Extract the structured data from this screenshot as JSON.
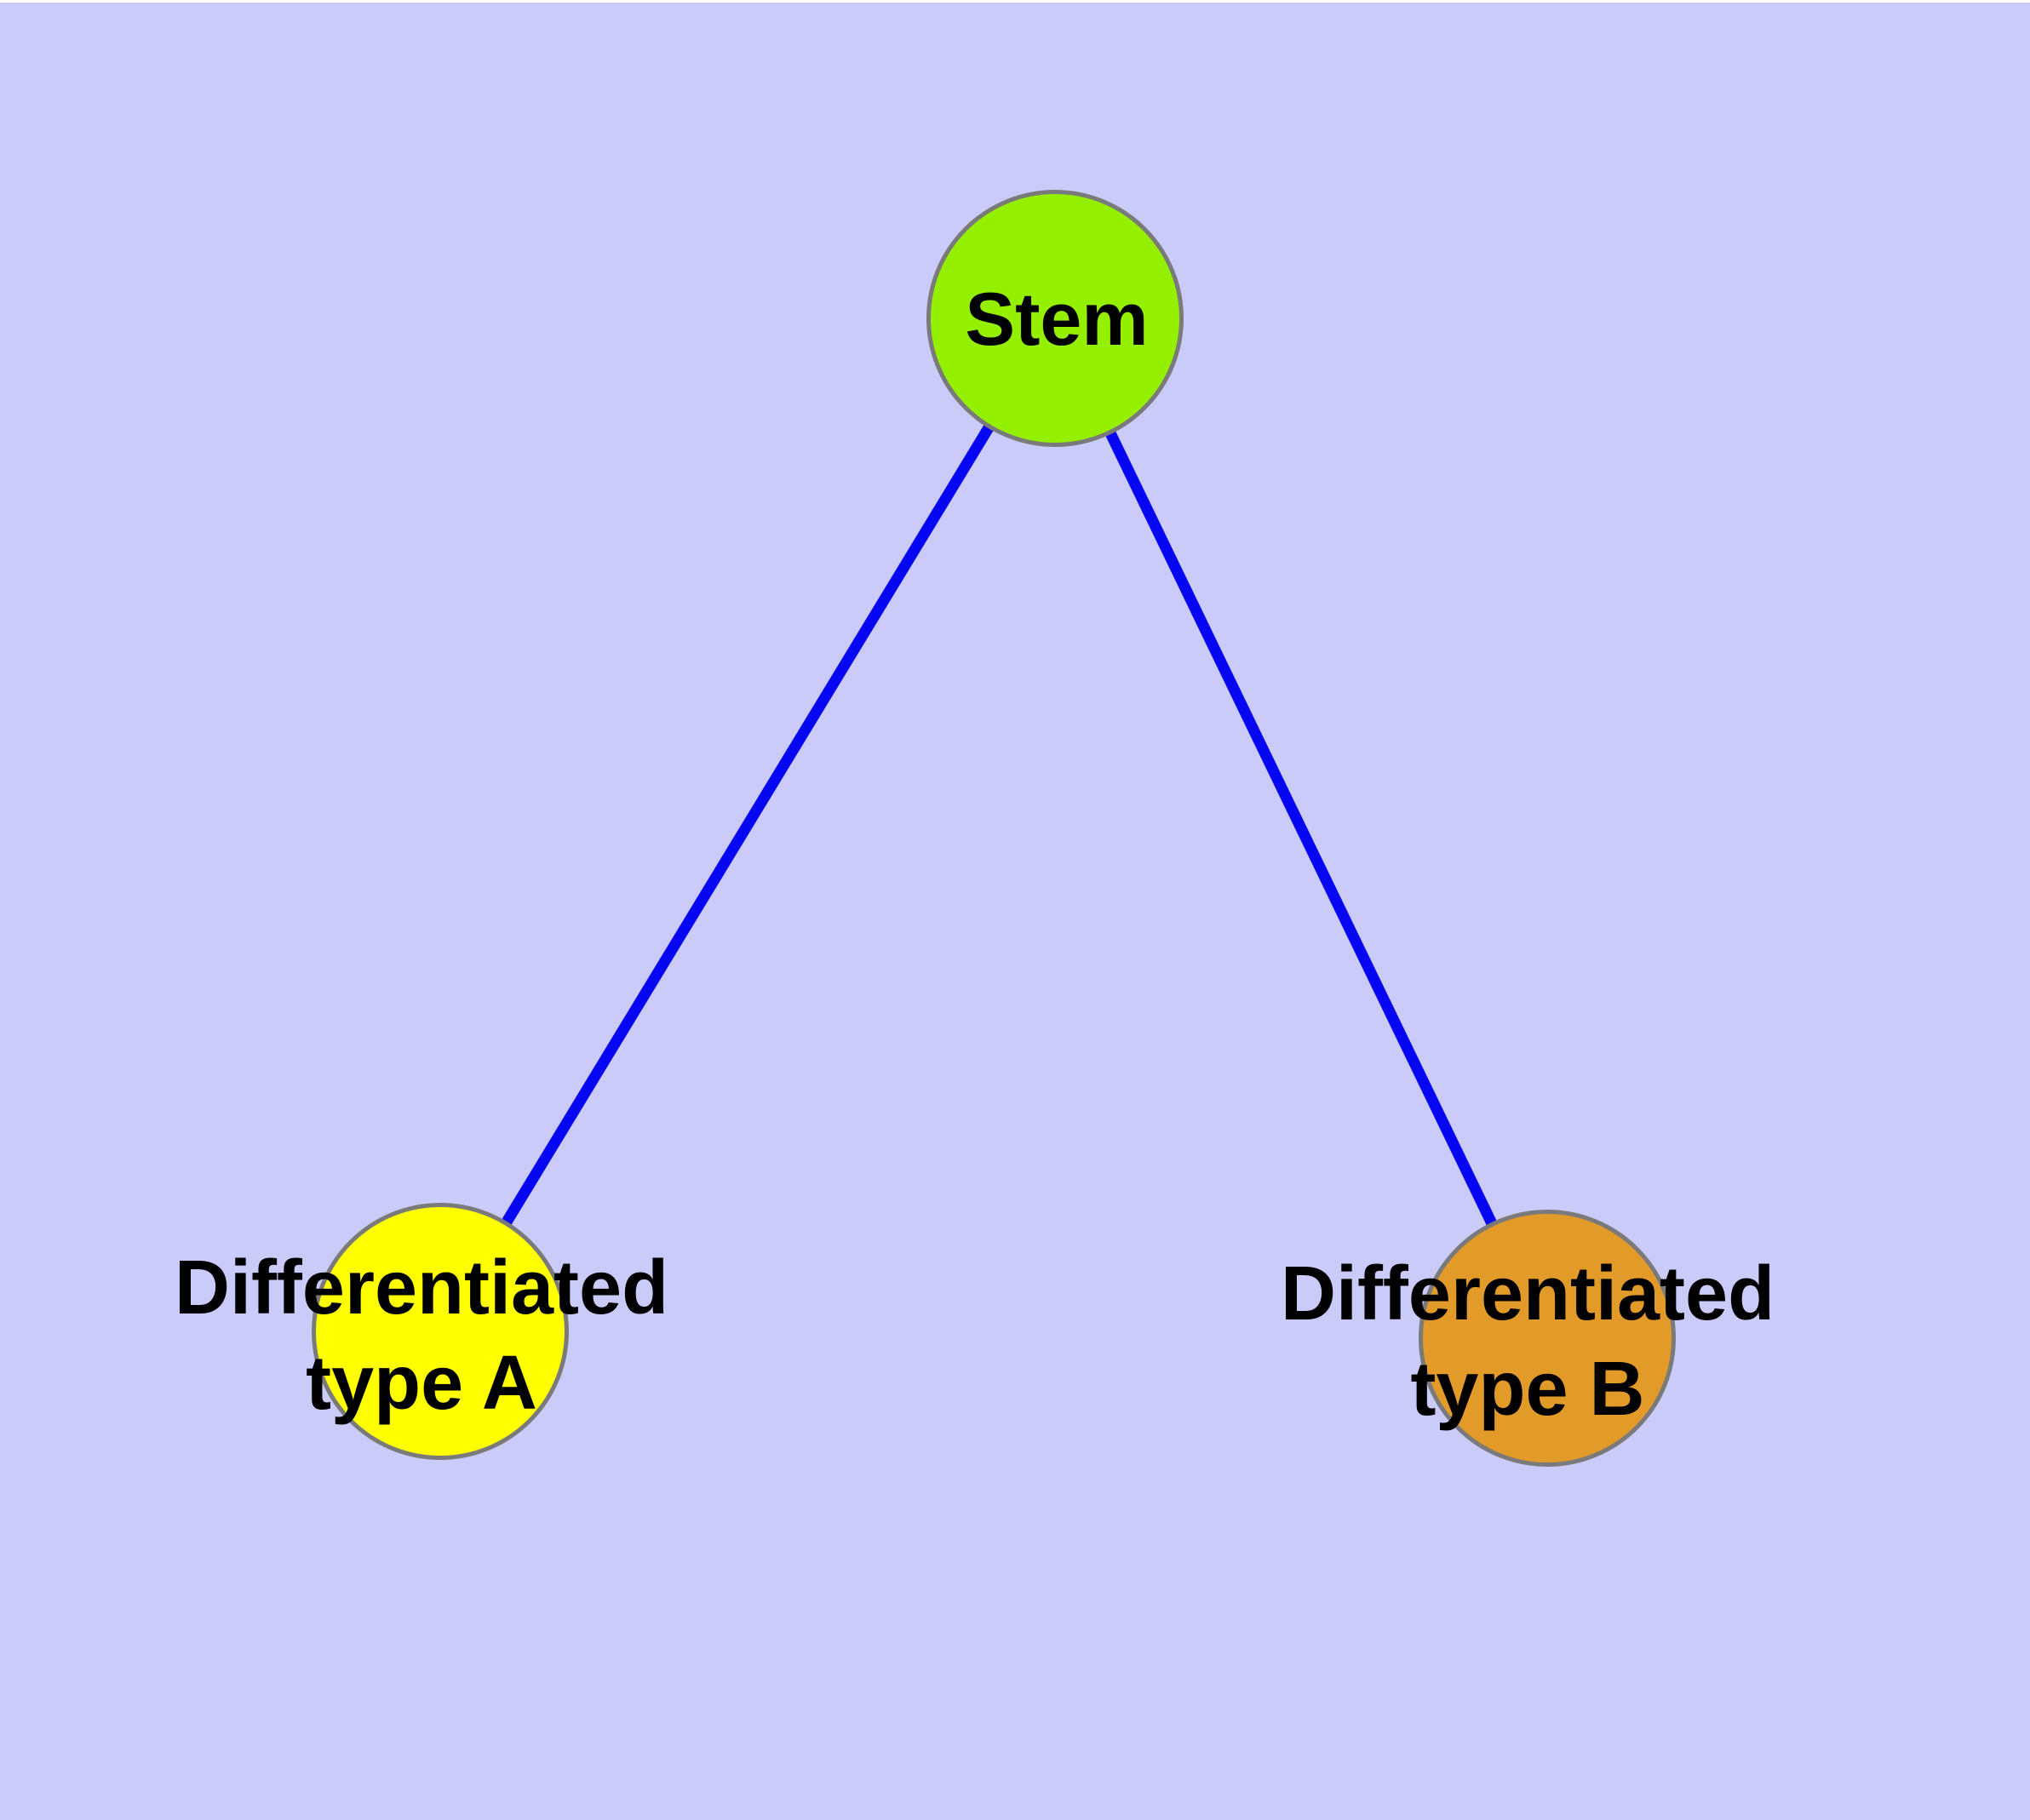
{
  "background_color": "#CBCBFA",
  "diagram": {
    "type": "graph",
    "label_color": "#000000",
    "nodes": [
      {
        "id": "stem",
        "label": "Stem",
        "shape": "circle",
        "fill_color": "#95F000",
        "border_color": "#7A7A7A"
      },
      {
        "id": "differentiated-type-a",
        "label_line1": "Differentiated",
        "label_line2": "type A",
        "shape": "circle",
        "fill_color": "#FFFF00",
        "border_color": "#7A7A7A"
      },
      {
        "id": "differentiated-type-b",
        "label_line1": "Differentiated",
        "label_line2": "type B",
        "shape": "circle",
        "fill_color": "#E29A28",
        "border_color": "#7A7A7A"
      }
    ],
    "edges": [
      {
        "from": "stem",
        "to": "differentiated-type-a",
        "color": "#0606F2"
      },
      {
        "from": "stem",
        "to": "differentiated-type-b",
        "color": "#0606F2"
      }
    ]
  }
}
